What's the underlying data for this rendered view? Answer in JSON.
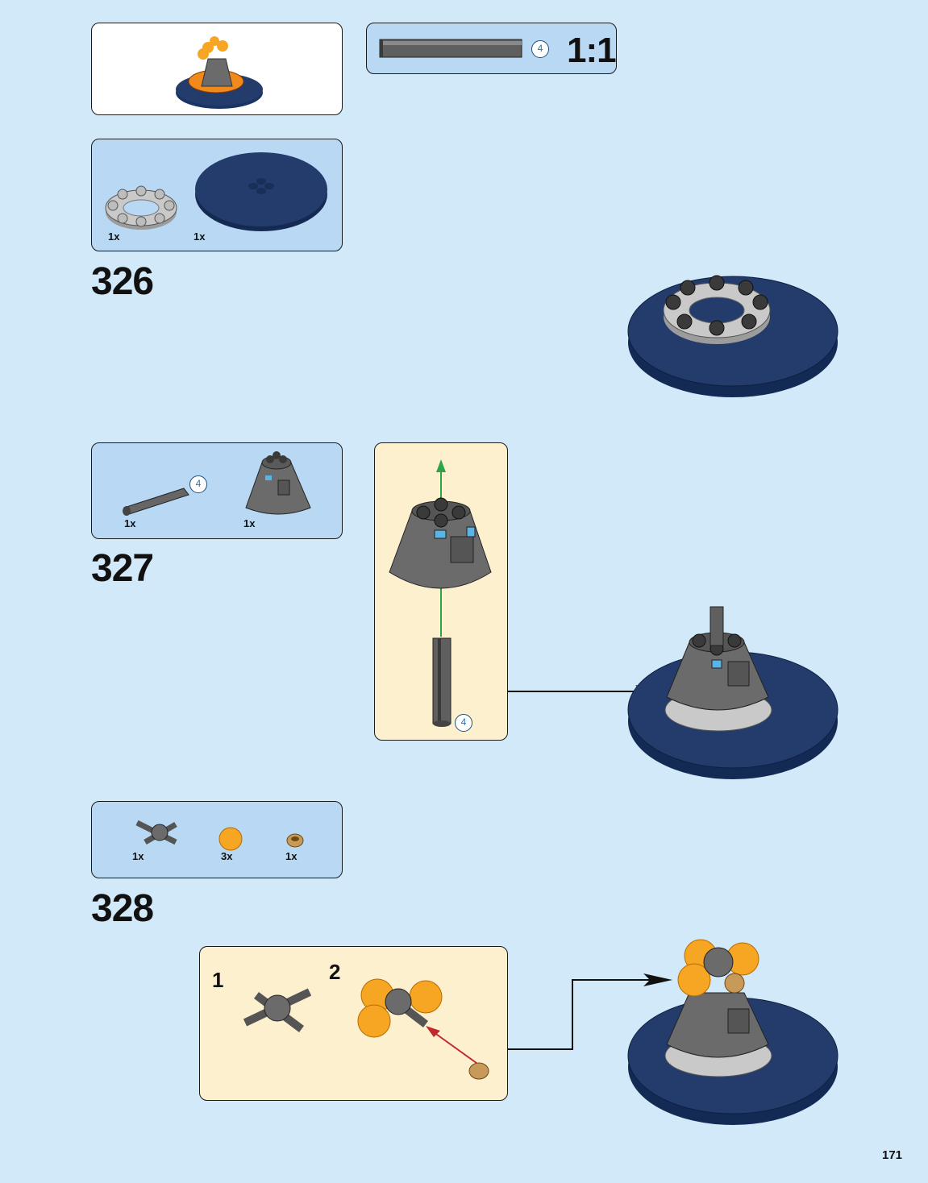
{
  "page": {
    "number": "171"
  },
  "ratio_box": {
    "ratio": "1:1",
    "length": "4"
  },
  "steps": [
    {
      "number": "326",
      "parts": [
        {
          "qty": "1x",
          "name": "round-plate-ring"
        },
        {
          "qty": "1x",
          "name": "large-round-plate"
        }
      ]
    },
    {
      "number": "327",
      "parts": [
        {
          "qty": "1x",
          "name": "axle",
          "length": "4"
        },
        {
          "qty": "1x",
          "name": "cone-dome"
        }
      ],
      "callout_axle_length": "4"
    },
    {
      "number": "328",
      "parts": [
        {
          "qty": "1x",
          "name": "axle-connector-cross"
        },
        {
          "qty": "3x",
          "name": "orange-round-brick"
        },
        {
          "qty": "1x",
          "name": "bush"
        }
      ],
      "substeps": [
        "1",
        "2"
      ]
    }
  ],
  "icons": {
    "dome": "cone-dome-icon",
    "plate": "round-plate-icon",
    "axle": "axle-icon",
    "arrow": "arrow-icon"
  },
  "colors": {
    "background": "#d2e9f9",
    "parts_panel": "#b8d8f3",
    "callout_panel": "#fdf0cf",
    "navy_plate": "#233c6b",
    "dark_grey": "#6b6b6b",
    "light_grey": "#c9c9c9",
    "orange": "#f6a623"
  }
}
